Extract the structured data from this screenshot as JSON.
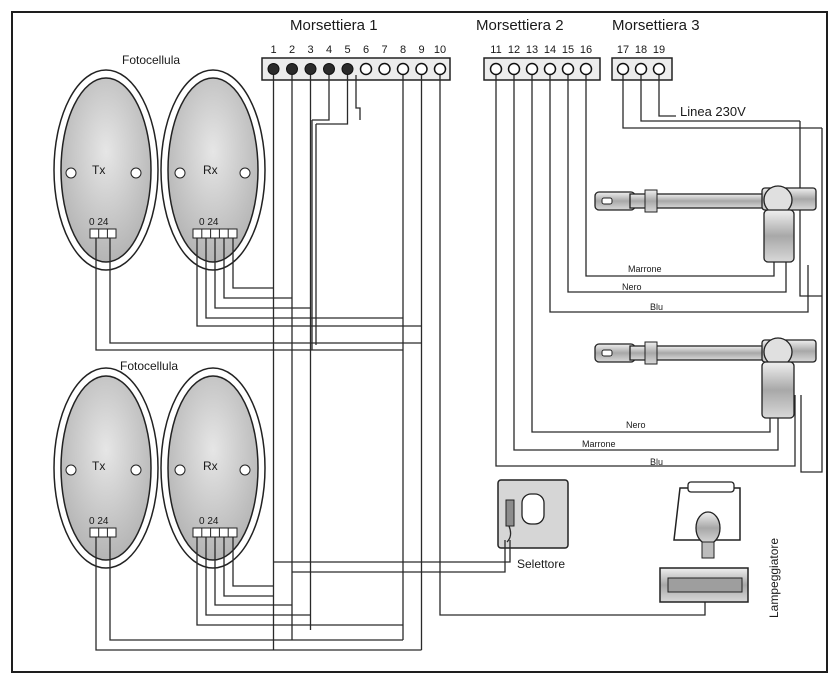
{
  "terminal_blocks": {
    "m1": {
      "title": "Morsettiera 1",
      "terminals": [
        "1",
        "2",
        "3",
        "4",
        "5",
        "6",
        "7",
        "8",
        "9",
        "10"
      ]
    },
    "m2": {
      "title": "Morsettiera 2",
      "terminals": [
        "11",
        "12",
        "13",
        "14",
        "15",
        "16"
      ]
    },
    "m3": {
      "title": "Morsettiera 3",
      "terminals": [
        "17",
        "18",
        "19"
      ]
    }
  },
  "power": {
    "label": "Linea 230V"
  },
  "photocells": [
    {
      "label": "Fotocellula",
      "tx": "Tx",
      "rx": "Rx",
      "tx_terms": "0 24",
      "rx_terms": "0 24"
    },
    {
      "label": "Fotocellula",
      "tx": "Tx",
      "rx": "Rx",
      "tx_terms": "0 24",
      "rx_terms": "0 24"
    }
  ],
  "actuators": [
    {
      "wires": [
        "Marrone",
        "Nero",
        "Blu"
      ]
    },
    {
      "wires": [
        "Nero",
        "Marrone",
        "Blu"
      ]
    }
  ],
  "selector": {
    "label": "Selettore"
  },
  "flasher": {
    "label": "Lampeggiatore"
  },
  "colors": {
    "line": "#2a2a2a",
    "body": "#d9d9d9",
    "dark": "#8c8c8c"
  }
}
